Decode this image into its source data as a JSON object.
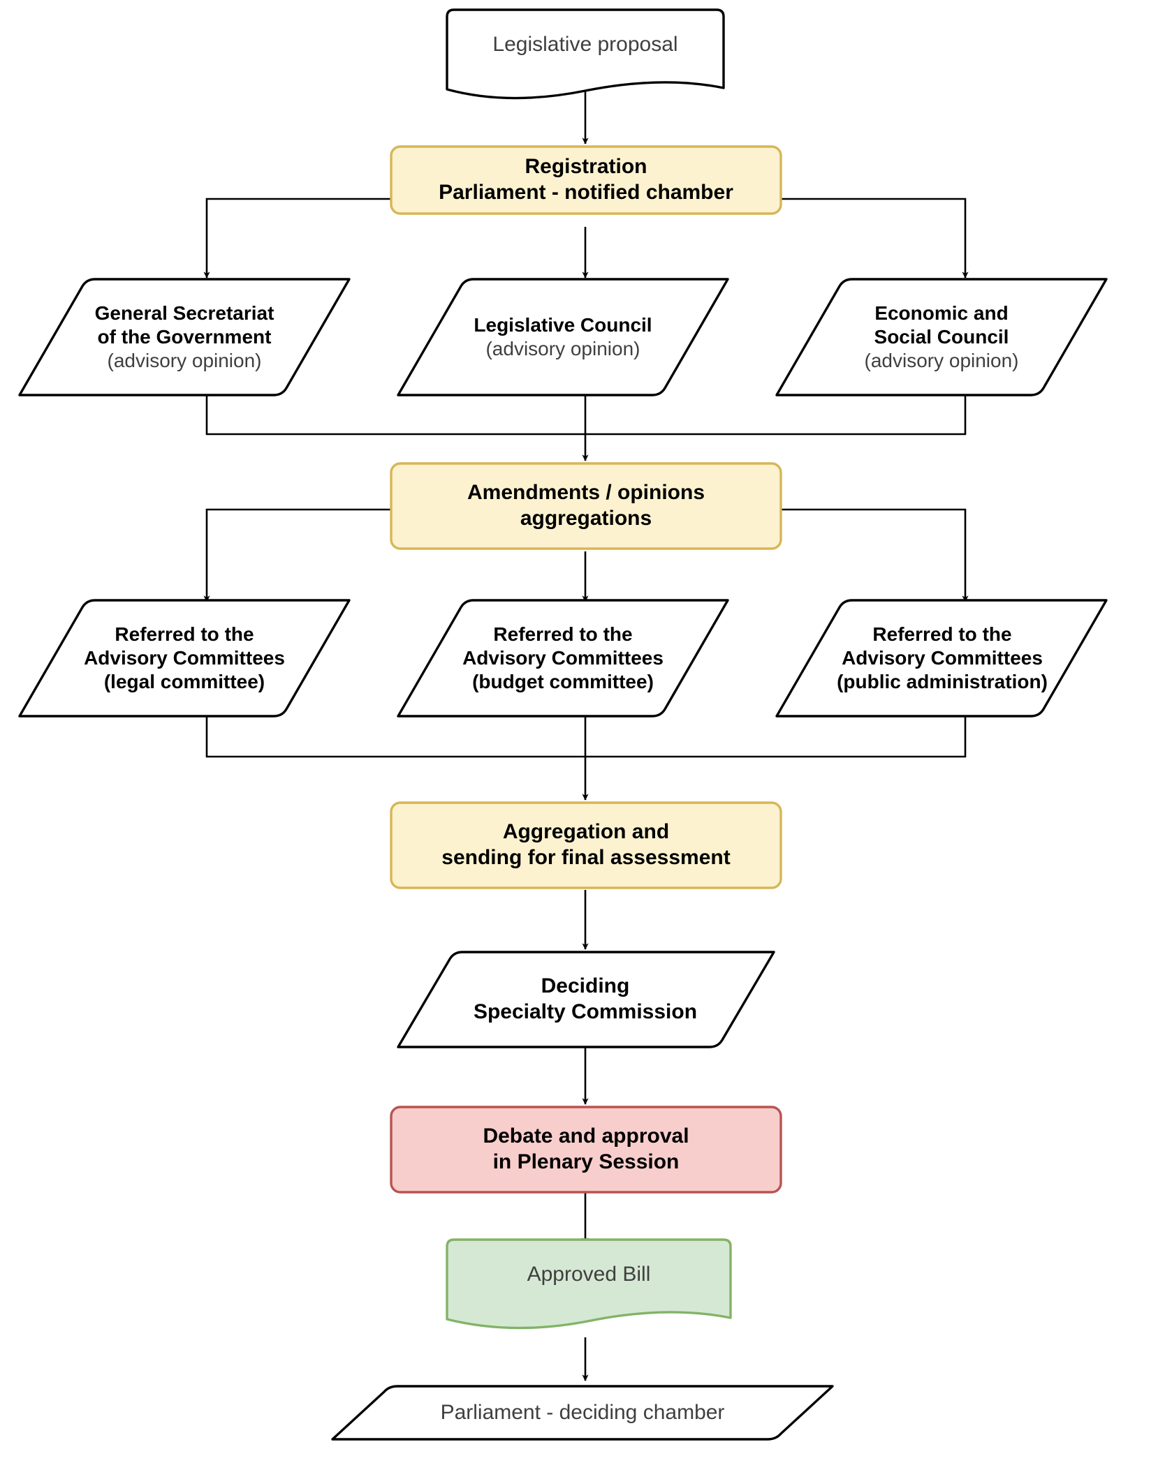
{
  "diagram": {
    "title": "Legislative procedure flowchart",
    "colors": {
      "process_fill": "#fcf2cf",
      "process_stroke": "#d6b656",
      "decision_fill": "#f8cecc",
      "decision_stroke": "#b85450",
      "approved_fill": "#d5e8d4",
      "approved_stroke": "#82b366",
      "plain_fill": "#ffffff",
      "plain_stroke": "#000000",
      "connector": "#000000",
      "text_dark": "#000000",
      "text_gray": "#3f3f3f"
    },
    "nodes": {
      "legislative_proposal": {
        "shape": "document",
        "lines": [
          {
            "text": "Legislative proposal",
            "style": "reg"
          }
        ]
      },
      "registration": {
        "shape": "rounded-rect",
        "lines": [
          {
            "text": "Registration",
            "style": "bold"
          },
          {
            "text": "Parliament - notified chamber",
            "style": "bold"
          }
        ]
      },
      "general_secretariat": {
        "shape": "parallelogram",
        "lines": [
          {
            "text": "General Secretariat",
            "style": "bold"
          },
          {
            "text": "of the Government",
            "style": "bold"
          },
          {
            "text": "(advisory opinion)",
            "style": "reg"
          }
        ]
      },
      "legislative_council": {
        "shape": "parallelogram",
        "lines": [
          {
            "text": "Legislative Council",
            "style": "bold"
          },
          {
            "text": "(advisory opinion)",
            "style": "reg"
          }
        ]
      },
      "economic_social_council": {
        "shape": "parallelogram",
        "lines": [
          {
            "text": "Economic and",
            "style": "bold"
          },
          {
            "text": "Social Council",
            "style": "bold"
          },
          {
            "text": "(advisory opinion)",
            "style": "reg"
          }
        ]
      },
      "amendments_aggregations": {
        "shape": "rounded-rect",
        "lines": [
          {
            "text": "Amendments / opinions",
            "style": "bold"
          },
          {
            "text": "aggregations",
            "style": "bold"
          }
        ]
      },
      "referred_legal": {
        "shape": "parallelogram",
        "lines": [
          {
            "text": "Referred to the",
            "style": "bold"
          },
          {
            "text": "Advisory Committees",
            "style": "bold"
          },
          {
            "text": "(legal committee)",
            "style": "bold"
          }
        ]
      },
      "referred_budget": {
        "shape": "parallelogram",
        "lines": [
          {
            "text": "Referred to the",
            "style": "bold"
          },
          {
            "text": "Advisory Committees",
            "style": "bold"
          },
          {
            "text": "(budget committee)",
            "style": "bold"
          }
        ]
      },
      "referred_public_admin": {
        "shape": "parallelogram",
        "lines": [
          {
            "text": "Referred to the",
            "style": "bold"
          },
          {
            "text": "Advisory Committees",
            "style": "bold"
          },
          {
            "text": "(public administration)",
            "style": "bold"
          }
        ]
      },
      "aggregation_final": {
        "shape": "rounded-rect",
        "lines": [
          {
            "text": "Aggregation and",
            "style": "bold"
          },
          {
            "text": "sending for final assessment",
            "style": "bold"
          }
        ]
      },
      "deciding_commission": {
        "shape": "parallelogram",
        "lines": [
          {
            "text": "Deciding",
            "style": "bold"
          },
          {
            "text": "Specialty Commission",
            "style": "bold"
          }
        ]
      },
      "debate_plenary": {
        "shape": "rounded-rect",
        "lines": [
          {
            "text": "Debate and approval",
            "style": "bold"
          },
          {
            "text": "in Plenary Session",
            "style": "bold"
          }
        ]
      },
      "approved_bill": {
        "shape": "document",
        "lines": [
          {
            "text": "Approved Bill",
            "style": "reg"
          }
        ]
      },
      "parliament_deciding": {
        "shape": "parallelogram",
        "lines": [
          {
            "text": "Parliament - deciding chamber",
            "style": "reg"
          }
        ]
      }
    },
    "edges": [
      {
        "from": "legislative_proposal",
        "to": "registration",
        "type": "arrow"
      },
      {
        "from": "registration",
        "to": "general_secretariat",
        "type": "branch-left"
      },
      {
        "from": "registration",
        "to": "legislative_council",
        "type": "arrow"
      },
      {
        "from": "registration",
        "to": "economic_social_council",
        "type": "branch-right"
      },
      {
        "from": "general_secretariat",
        "to": "amendments_aggregations",
        "type": "merge-left"
      },
      {
        "from": "legislative_council",
        "to": "amendments_aggregations",
        "type": "arrow"
      },
      {
        "from": "economic_social_council",
        "to": "amendments_aggregations",
        "type": "merge-right"
      },
      {
        "from": "amendments_aggregations",
        "to": "referred_legal",
        "type": "branch-left"
      },
      {
        "from": "amendments_aggregations",
        "to": "referred_budget",
        "type": "arrow"
      },
      {
        "from": "amendments_aggregations",
        "to": "referred_public_admin",
        "type": "branch-right"
      },
      {
        "from": "referred_legal",
        "to": "aggregation_final",
        "type": "merge-left"
      },
      {
        "from": "referred_budget",
        "to": "aggregation_final",
        "type": "arrow"
      },
      {
        "from": "referred_public_admin",
        "to": "aggregation_final",
        "type": "merge-right"
      },
      {
        "from": "aggregation_final",
        "to": "deciding_commission",
        "type": "arrow"
      },
      {
        "from": "deciding_commission",
        "to": "debate_plenary",
        "type": "arrow"
      },
      {
        "from": "debate_plenary",
        "to": "approved_bill",
        "type": "arrow"
      },
      {
        "from": "approved_bill",
        "to": "parliament_deciding",
        "type": "arrow"
      }
    ]
  }
}
